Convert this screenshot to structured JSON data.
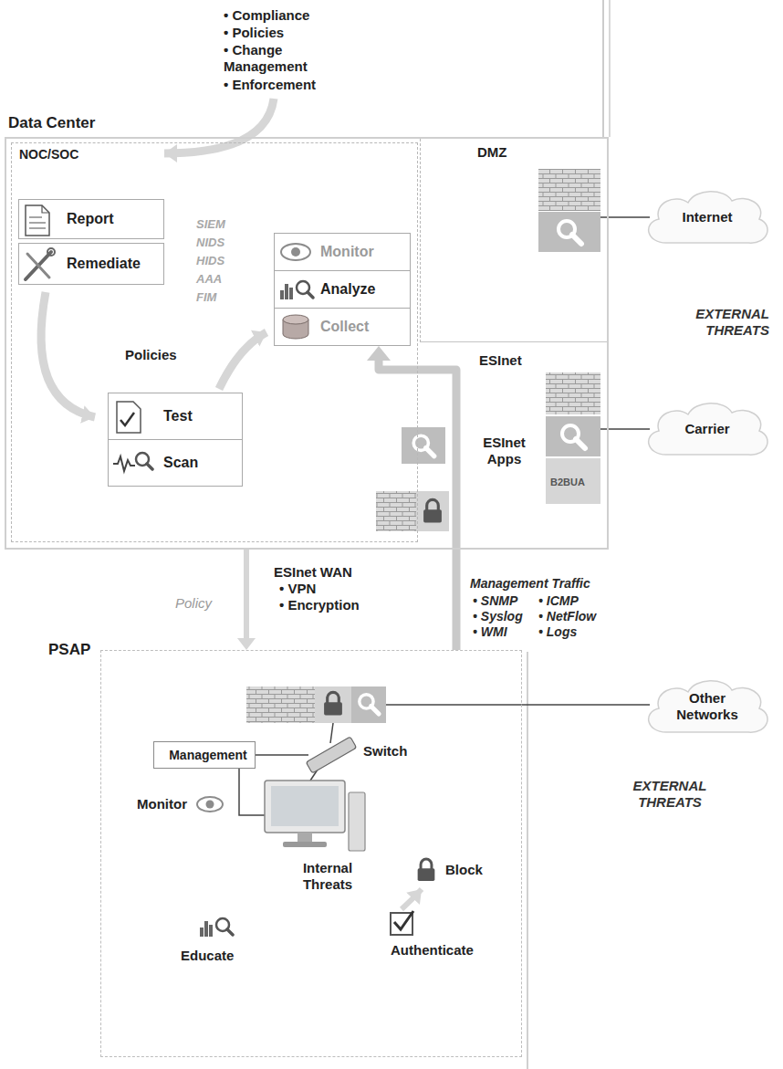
{
  "diagram": {
    "nodes": [
      {
        "text": [
          "Data Center"
        ]
      },
      {
        "text": [
          "NOC/SOC"
        ],
        "in": 0
      },
      {
        "text": [
          "Report"
        ],
        "in": 1
      },
      {
        "text": [
          "Remediate"
        ],
        "in": 1
      },
      {
        "text": [
          "Monitor"
        ],
        "in": 1
      },
      {
        "text": [
          "Analyze"
        ],
        "in": 1
      },
      {
        "text": [
          "Collect"
        ],
        "in": 1
      },
      {
        "text": [
          "Test"
        ],
        "in": 1
      },
      {
        "text": [
          "Scan"
        ],
        "in": 1
      },
      {
        "text": [
          "DMZ"
        ],
        "in": 0
      },
      {
        "text": [
          "Internet"
        ]
      },
      {
        "text": [
          "Carrier"
        ]
      },
      {
        "text": [
          "PSAP"
        ]
      },
      {
        "text": [
          "Management"
        ],
        "in": 12
      },
      {
        "text": [
          "Other Networks"
        ]
      }
    ],
    "edges": [
      {
        "from": 12,
        "to": 6,
        "arrow": "to"
      },
      {
        "from": 0,
        "to": 12,
        "arrow": "to"
      }
    ],
    "labels": [
      "• Compliance",
      "• Policies",
      "• Change Management",
      "• Enforcement",
      "SIEM",
      "NIDS",
      "HIDS",
      "AAA",
      "FIM",
      "Policies",
      "EXTERNAL THREATS",
      "ESInet",
      "ESInet Apps",
      "B2BUA",
      "Policy",
      "ESInet WAN",
      "• VPN",
      "• Encryption",
      "Management Traffic",
      "• SNMP",
      "• ICMP",
      "• Syslog",
      "• NetFlow",
      "• WMI",
      "• Logs",
      "Switch",
      "EXTERNAL THREATS",
      "Monitor",
      "Internal Threats",
      "Block",
      "Educate",
      "Authenticate"
    ]
  }
}
